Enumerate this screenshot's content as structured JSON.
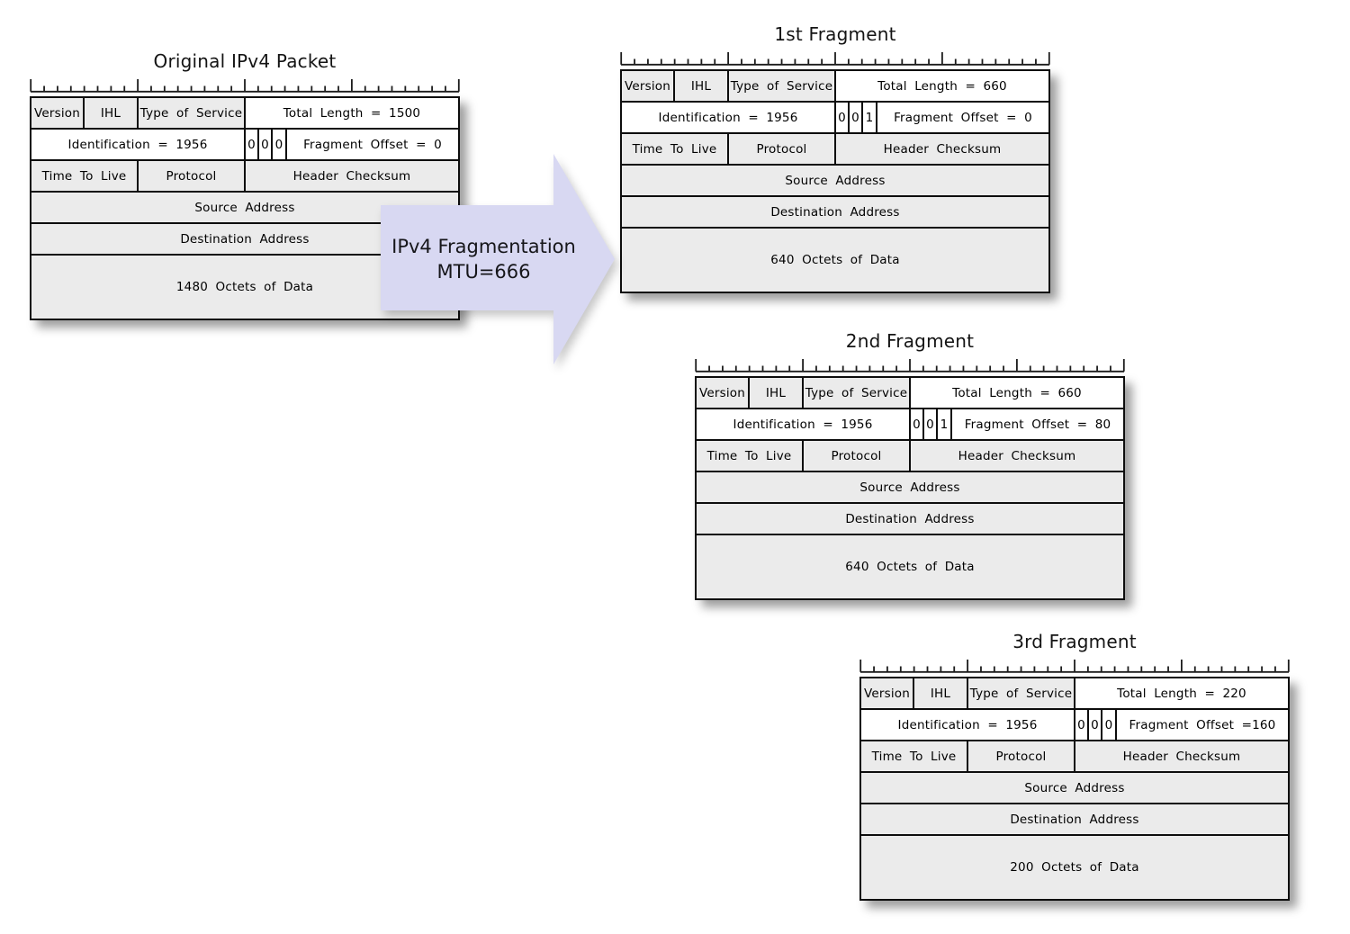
{
  "colors": {
    "cell_shaded": "#ebebeb",
    "cell_white": "#ffffff",
    "border": "#0d0d0d",
    "arrow_fill": "#d8d8f2",
    "bg": "#ffffff"
  },
  "arrow": {
    "line1": "IPv4 Fragmentation",
    "line2": "MTU=666"
  },
  "packets": [
    {
      "title": "Original IPv4 Packet",
      "version": "Version",
      "ihl": "IHL",
      "type_of_service": "Type of Service",
      "total_length": "Total Length = 1500",
      "identification": "Identification = 1956",
      "flags": [
        "0",
        "0",
        "0"
      ],
      "fragment_offset": "Fragment Offset = 0",
      "time_to_live": "Time To Live",
      "protocol": "Protocol",
      "header_checksum": "Header Checksum",
      "source_address": "Source Address",
      "destination_address": "Destination Address",
      "data": "1480 Octets of Data"
    },
    {
      "title": "1st Fragment",
      "version": "Version",
      "ihl": "IHL",
      "type_of_service": "Type of Service",
      "total_length": "Total Length = 660",
      "identification": "Identification = 1956",
      "flags": [
        "0",
        "0",
        "1"
      ],
      "fragment_offset": "Fragment Offset = 0",
      "time_to_live": "Time To Live",
      "protocol": "Protocol",
      "header_checksum": "Header Checksum",
      "source_address": "Source Address",
      "destination_address": "Destination Address",
      "data": "640 Octets of Data"
    },
    {
      "title": "2nd Fragment",
      "version": "Version",
      "ihl": "IHL",
      "type_of_service": "Type of Service",
      "total_length": "Total Length = 660",
      "identification": "Identification = 1956",
      "flags": [
        "0",
        "0",
        "1"
      ],
      "fragment_offset": "Fragment Offset = 80",
      "time_to_live": "Time To Live",
      "protocol": "Protocol",
      "header_checksum": "Header Checksum",
      "source_address": "Source Address",
      "destination_address": "Destination Address",
      "data": "640 Octets of Data"
    },
    {
      "title": "3rd Fragment",
      "version": "Version",
      "ihl": "IHL",
      "type_of_service": "Type of Service",
      "total_length": "Total Length = 220",
      "identification": "Identification = 1956",
      "flags": [
        "0",
        "0",
        "0"
      ],
      "fragment_offset": "Fragment Offset =160",
      "time_to_live": "Time To Live",
      "protocol": "Protocol",
      "header_checksum": "Header Checksum",
      "source_address": "Source Address",
      "destination_address": "Destination Address",
      "data": "200 Octets of Data"
    }
  ]
}
